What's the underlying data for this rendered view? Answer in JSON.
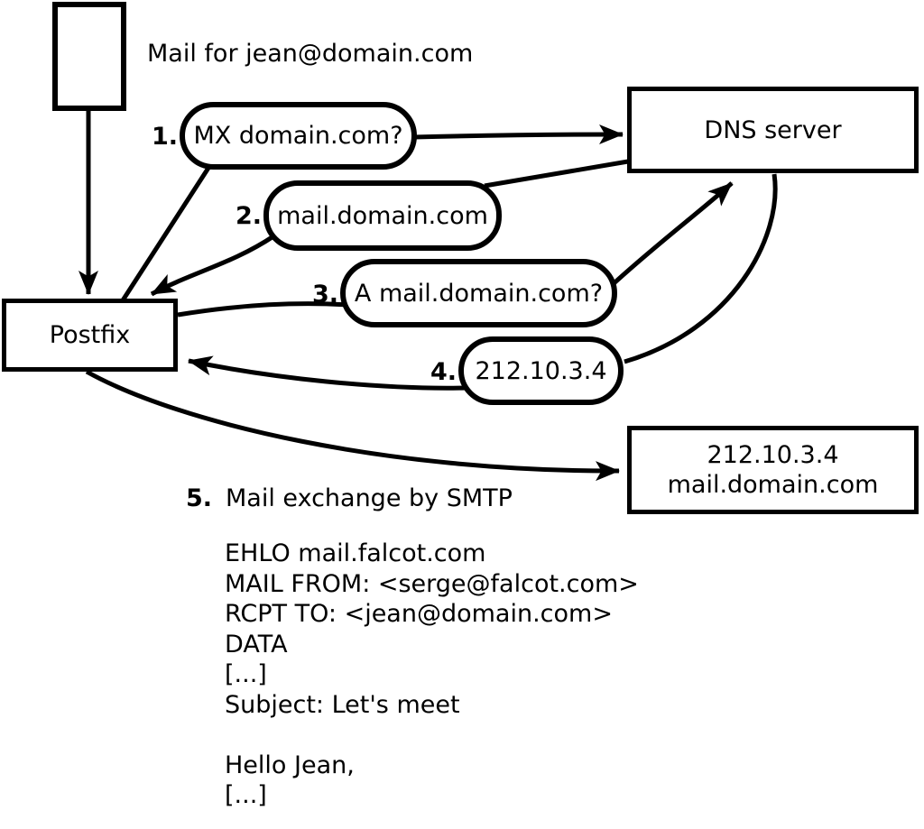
{
  "figure": {
    "annotation": "Mail for jean@domain.com",
    "nodes": {
      "postfix": "Postfix",
      "dns_server": "DNS server",
      "mail_server_line1": "212.10.3.4",
      "mail_server_line2": "mail.domain.com"
    },
    "steps": [
      {
        "num": "1.",
        "label": "MX domain.com?"
      },
      {
        "num": "2.",
        "label": "mail.domain.com"
      },
      {
        "num": "3.",
        "label": "A mail.domain.com?"
      },
      {
        "num": "4.",
        "label": "212.10.3.4"
      },
      {
        "num": "5.",
        "label": "Mail exchange by SMTP"
      }
    ],
    "smtp_session": [
      "EHLO mail.falcot.com",
      "MAIL FROM: <serge@falcot.com>",
      "RCPT TO: <jean@domain.com>",
      "DATA",
      "[...]",
      "Subject: Let's meet",
      "",
      "Hello Jean,",
      "[...]",
      "."
    ],
    "colors": {
      "ink": "#000000",
      "paper": "#ffffff"
    }
  }
}
